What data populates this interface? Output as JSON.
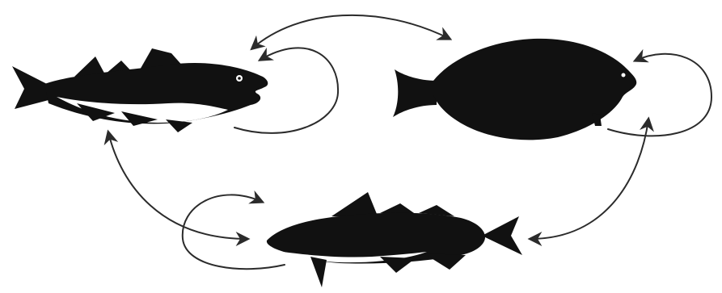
{
  "diagram": {
    "nodes": [
      {
        "id": "cod",
        "icon": "cod-fish-icon"
      },
      {
        "id": "halibut",
        "icon": "flatfish-icon"
      },
      {
        "id": "pollock",
        "icon": "pollock-fish-icon"
      }
    ],
    "edges": [
      {
        "from": "cod",
        "to": "halibut",
        "direction": "both"
      },
      {
        "from": "cod",
        "to": "pollock",
        "direction": "both"
      },
      {
        "from": "halibut",
        "to": "pollock",
        "direction": "both"
      },
      {
        "from": "cod",
        "to": "cod",
        "direction": "self-loop"
      },
      {
        "from": "halibut",
        "to": "halibut",
        "direction": "self-loop"
      },
      {
        "from": "pollock",
        "to": "pollock",
        "direction": "self-loop"
      }
    ]
  },
  "colors": {
    "silhouette": "#111111",
    "belly": "#ffffff",
    "arrow": "#2b2b2b",
    "background": "#ffffff"
  }
}
